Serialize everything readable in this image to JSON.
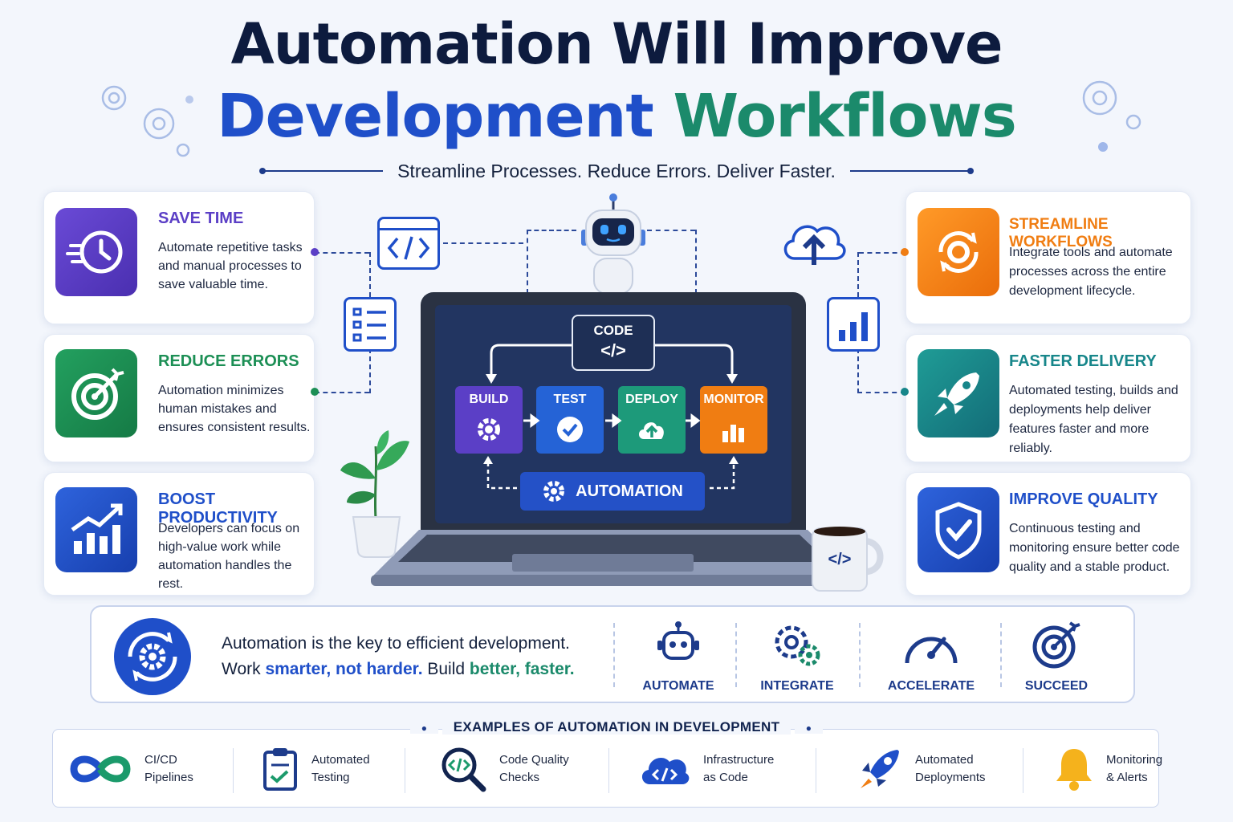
{
  "header": {
    "title_line1": "Automation Will Improve",
    "title_line2_part1": "Development",
    "title_line2_part2": "Workflows",
    "subtitle": "Streamline Processes. Reduce Errors. Deliver Faster."
  },
  "left_cards": [
    {
      "title": "SAVE TIME",
      "desc": "Automate repetitive tasks and manual processes to save valuable time.",
      "color": "#5b3fc6",
      "icon": "clock-icon"
    },
    {
      "title": "REDUCE ERRORS",
      "desc": "Automation minimizes human mistakes and ensures consistent results.",
      "color": "#1c8f55",
      "icon": "target-icon"
    },
    {
      "title": "BOOST PRODUCTIVITY",
      "desc": "Developers can focus on high-value work while automation handles the rest.",
      "color": "#1f4fc9",
      "icon": "growth-chart-icon"
    }
  ],
  "right_cards": [
    {
      "title": "STREAMLINE WORKFLOWS",
      "desc": "Integrate tools and automate processes across the entire development lifecycle.",
      "color": "#f07d12",
      "icon": "gear-cycle-icon"
    },
    {
      "title": "FASTER DELIVERY",
      "desc": "Automated testing, builds and deployments help deliver features faster and more reliably.",
      "color": "#17868a",
      "icon": "rocket-icon"
    },
    {
      "title": "IMPROVE QUALITY",
      "desc": "Continuous testing and monitoring ensure better code quality and a stable product.",
      "color": "#1f4fc9",
      "icon": "shield-check-icon"
    }
  ],
  "pipeline": {
    "code_label": "CODE",
    "code_symbol": "</>",
    "stages": [
      {
        "label": "BUILD",
        "color": "#5b3fc6",
        "icon": "gear-icon"
      },
      {
        "label": "TEST",
        "color": "#2563d6",
        "icon": "check-icon"
      },
      {
        "label": "DEPLOY",
        "color": "#1d9a7a",
        "icon": "cloud-upload-icon"
      },
      {
        "label": "MONITOR",
        "color": "#f07d12",
        "icon": "bar-chart-icon"
      }
    ],
    "automation_label": "AUTOMATION"
  },
  "mug_symbol": "</>",
  "banner": {
    "line1": "Automation is the key to efficient development.",
    "line2_a": "Work ",
    "line2_b": "smarter, not harder.",
    "line2_c": " Build ",
    "line2_d": "better, faster.",
    "pillars": [
      {
        "label": "AUTOMATE",
        "icon": "robot-icon"
      },
      {
        "label": "INTEGRATE",
        "icon": "gears-icon"
      },
      {
        "label": "ACCELERATE",
        "icon": "speedometer-icon"
      },
      {
        "label": "SUCCEED",
        "icon": "target-icon"
      }
    ]
  },
  "examples": {
    "heading": "EXAMPLES OF AUTOMATION IN DEVELOPMENT",
    "items": [
      {
        "line1": "CI/CD",
        "line2": "Pipelines",
        "icon": "infinity-icon"
      },
      {
        "line1": "Automated",
        "line2": "Testing",
        "icon": "clipboard-check-icon"
      },
      {
        "line1": "Code Quality",
        "line2": "Checks",
        "icon": "magnifier-code-icon"
      },
      {
        "line1": "Infrastructure",
        "line2": "as Code",
        "icon": "cloud-code-icon"
      },
      {
        "line1": "Automated",
        "line2": "Deployments",
        "icon": "rocket-icon"
      },
      {
        "line1": "Monitoring",
        "line2": "& Alerts",
        "icon": "bell-icon"
      }
    ]
  }
}
